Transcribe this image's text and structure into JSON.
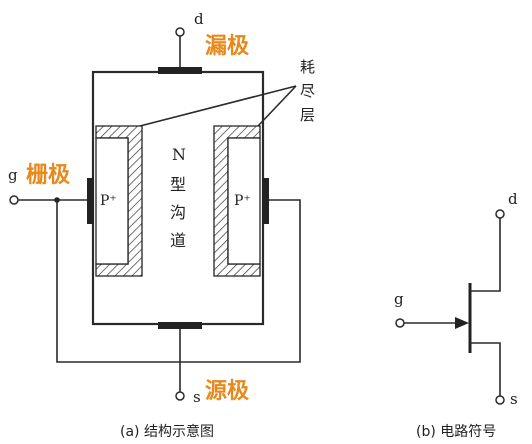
{
  "structure": {
    "drain_terminal": "d",
    "drain_label": "漏极",
    "gate_terminal": "g",
    "gate_label": "栅极",
    "source_terminal": "s",
    "source_label": "源极",
    "depletion_label_chars": [
      "耗",
      "尽",
      "层"
    ],
    "channel_chars": [
      "N",
      "型",
      "沟",
      "道"
    ],
    "p_plus_left": "P⁺",
    "p_plus_right": "P⁺",
    "caption": "(a) 结构示意图"
  },
  "symbol": {
    "drain_terminal": "d",
    "gate_terminal": "g",
    "source_terminal": "s",
    "caption": "(b) 电路符号"
  },
  "colors": {
    "accent_label": "#e8891c",
    "line": "#2a2a2a"
  }
}
